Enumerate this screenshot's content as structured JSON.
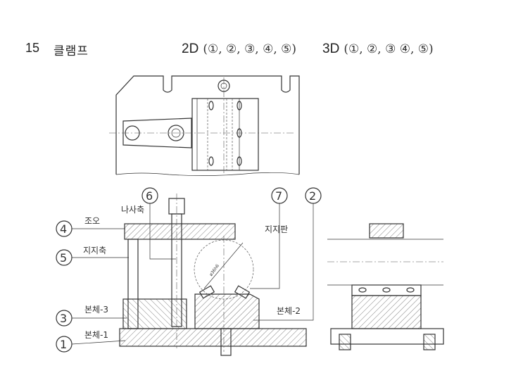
{
  "header": {
    "number": "15",
    "title": "클램프",
    "d2_label": "2D",
    "d2_parts": "(①, ②, ③, ④, ⑤)",
    "d3_label": "3D",
    "d3_parts": "(①, ②, ③ ④, ⑤)"
  },
  "callouts": [
    {
      "num": "1",
      "label": "본체-1"
    },
    {
      "num": "2",
      "label": "본체-2"
    },
    {
      "num": "3",
      "label": "본체-3"
    },
    {
      "num": "4",
      "label": "조오"
    },
    {
      "num": "5",
      "label": "지지축"
    },
    {
      "num": "6",
      "label": "나사축"
    },
    {
      "num": "7",
      "label": "지지판"
    }
  ],
  "dimension": "ø36h6"
}
